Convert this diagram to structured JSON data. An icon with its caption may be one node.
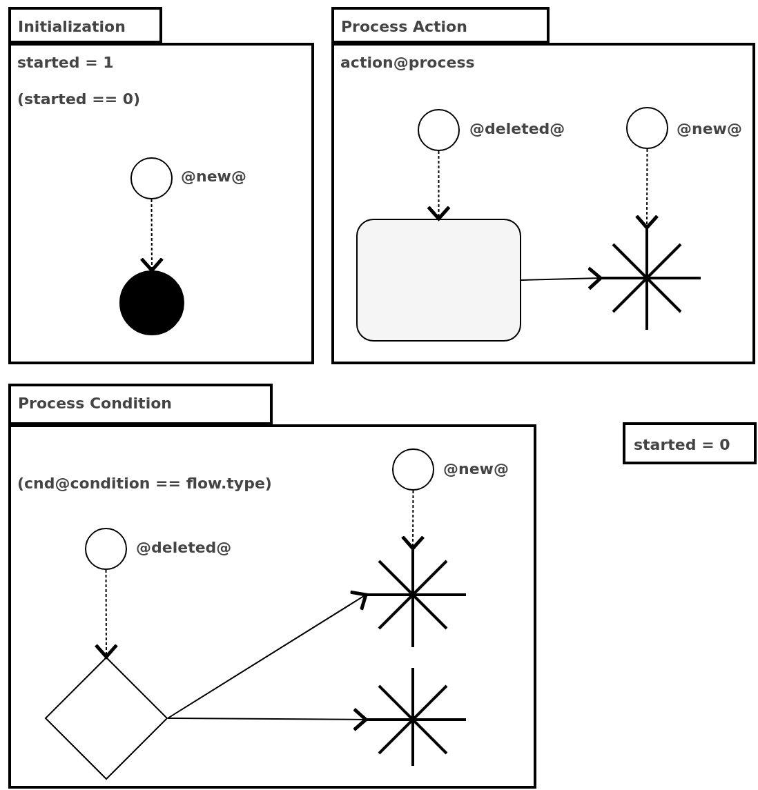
{
  "diagram": {
    "nodes": [
      {
        "text": [
          "Initialization",
          "started = 1",
          "(started == 0)"
        ]
      },
      {
        "text": [],
        "shape": "circle",
        "beside": [
          "@new@"
        ],
        "in": 0
      },
      {
        "text": [],
        "shape": "circle",
        "in": 0
      },
      {
        "text": [
          "Process Action",
          "action@process"
        ]
      },
      {
        "text": [],
        "shape": "circle",
        "beside": [
          "@deleted@"
        ],
        "in": 3
      },
      {
        "text": [],
        "shape": "circle",
        "beside": [
          "@new@"
        ],
        "in": 3
      },
      {
        "text": [],
        "shape": "box",
        "in": 3
      },
      {
        "text": [],
        "shape": "star",
        "in": 3
      },
      {
        "text": [
          "Process Condition",
          "(cnd@condition == flow.type)"
        ]
      },
      {
        "text": [],
        "shape": "circle",
        "beside": [
          "@new@"
        ],
        "in": 8
      },
      {
        "text": [],
        "shape": "circle",
        "beside": [
          "@deleted@"
        ],
        "in": 8
      },
      {
        "text": [],
        "shape": "star",
        "in": 8
      },
      {
        "text": [],
        "shape": "diamond",
        "in": 8
      },
      {
        "text": [],
        "shape": "star",
        "in": 8
      },
      {
        "text": [
          "started = 0"
        ]
      }
    ],
    "edges": [
      {
        "from": 1,
        "to": 2,
        "arrow": "to",
        "style": "dashed"
      },
      {
        "from": 4,
        "to": 6,
        "arrow": "to",
        "style": "dashed"
      },
      {
        "from": 5,
        "to": 7,
        "arrow": "to",
        "style": "dashed"
      },
      {
        "from": 6,
        "to": 7,
        "arrow": "to"
      },
      {
        "from": 9,
        "to": 11,
        "arrow": "to",
        "style": "dashed"
      },
      {
        "from": 10,
        "to": 12,
        "arrow": "to",
        "style": "dashed"
      },
      {
        "from": 12,
        "to": 11,
        "arrow": "to"
      },
      {
        "from": 12,
        "to": 13,
        "arrow": "to"
      }
    ]
  }
}
